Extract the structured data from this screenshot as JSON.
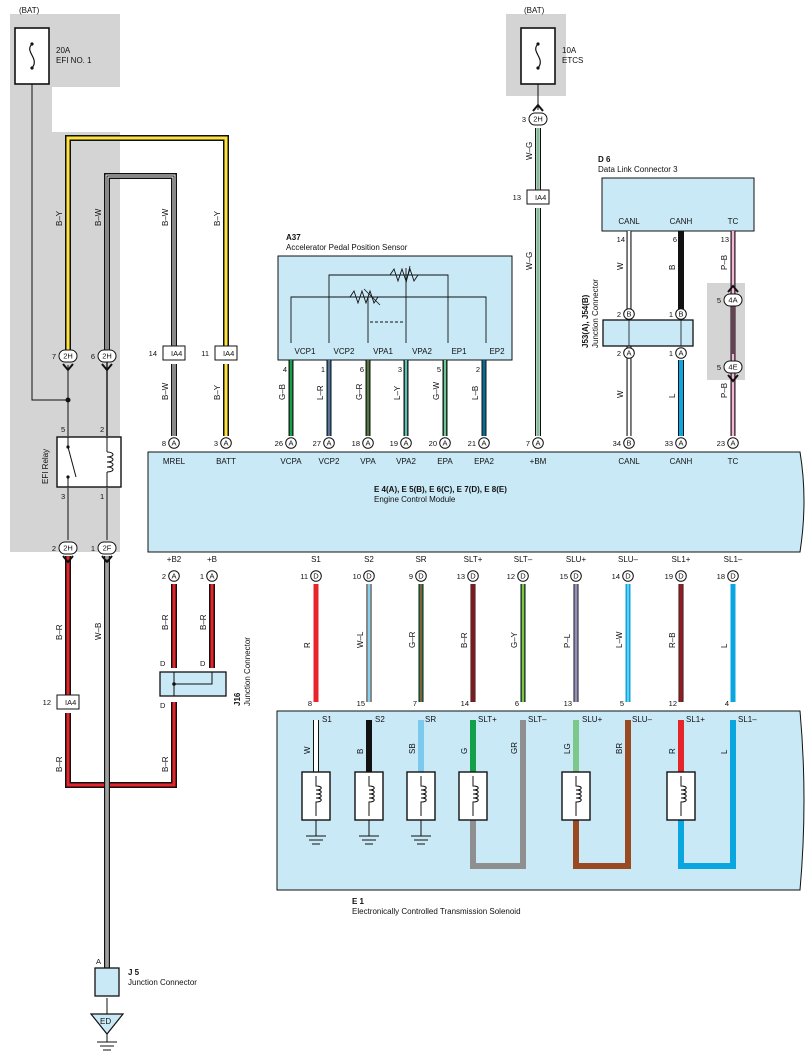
{
  "colors": {
    "gray_bg": "#d4d4d4",
    "box_fill": "#c9e9f7",
    "wire_black": "#111111",
    "wire_yellow": "#ffe23b",
    "wire_red": "#e8242b",
    "wire_green": "#14a04a",
    "wire_blue": "#0aa6e0",
    "wire_lightblue": "#7cc9ee",
    "wire_gray": "#8f8f8f",
    "wire_brown": "#9a4a23",
    "wire_pink": "#e88ab8",
    "wire_lightgreen": "#7cc88a"
  },
  "fuses": [
    {
      "source": "(BAT)",
      "rating": "20A",
      "name": "EFI NO. 1"
    },
    {
      "source": "(BAT)",
      "rating": "10A",
      "name": "ETCS"
    }
  ],
  "connector_IA4": "IA4",
  "relay": {
    "name": "EFI Relay",
    "pins": [
      "5",
      "2",
      "3",
      "1"
    ]
  },
  "wire_codes": {
    "BY": "B–Y",
    "BW": "B–W",
    "BR": "B–R",
    "WB": "W–B",
    "WG": "W–G",
    "GB": "G–B",
    "LR": "L–R",
    "GR": "G–R",
    "LY": "L–Y",
    "GW": "G–W",
    "LB": "L–B",
    "W": "W",
    "B": "B",
    "L": "L",
    "PB": "P–B",
    "R": "R",
    "WL": "W–L",
    "GY": "G–Y",
    "PL": "P–L",
    "LW": "L–W",
    "RB": "R–B",
    "SB": "SB",
    "G": "G",
    "GRAY": "GR",
    "LG": "LG",
    "BRN": "BR"
  },
  "terminal_letters": {
    "A": "A",
    "D": "D"
  },
  "connector_labels": {
    "h2": "2H",
    "f2": "2F",
    "e4": "4E",
    "a4": "4A",
    "b": "B",
    "a": "A",
    "d": "D"
  },
  "pin_numbers": {
    "p3": "3",
    "p13": "13",
    "p7": "7",
    "p6": "6",
    "p14": "14",
    "p11": "11",
    "p12": "12",
    "p2": "2",
    "p1": "1",
    "p5": "5",
    "p8": "8",
    "p26": "26",
    "p27": "27",
    "p18": "18",
    "p19": "19",
    "p20": "20",
    "p21": "21",
    "p34": "34",
    "p33": "33",
    "p23": "23",
    "p10": "10",
    "p9": "9",
    "p15": "15",
    "p4": "4",
    "p4_sensor": "4",
    "p1_sensor": "1",
    "p6_sensor": "6",
    "p3_sensor": "3",
    "p5_sensor": "5",
    "p2_sensor": "2",
    "p14_dlc": "14",
    "p6_dlc": "6",
    "p13_dlc": "13"
  },
  "apps": {
    "id": "A37",
    "name": "Accelerator Pedal Position Sensor",
    "terminals": [
      "VCP1",
      "VCP2",
      "VPA1",
      "VPA2",
      "EP1",
      "EP2"
    ]
  },
  "dlc": {
    "id": "D 6",
    "name": "Data Link Connector 3",
    "terminals": [
      "CANL",
      "CANH",
      "TC"
    ]
  },
  "jc53": {
    "id": "J53(A), J54(B)",
    "name": "Junction Connector"
  },
  "ecm": {
    "ids": "E 4(A), E 5(B), E 6(C), E 7(D), E 8(E)",
    "name": "Engine Control Module",
    "top_terminals": [
      "MREL",
      "BATT",
      "VCPA",
      "VCP2",
      "VPA",
      "VPA2",
      "EPA",
      "EPA2",
      "+BM",
      "CANL",
      "CANH",
      "TC"
    ],
    "bottom_terminals": [
      "+B2",
      "+B",
      "S1",
      "S2",
      "SR",
      "SLT+",
      "SLT–",
      "SLU+",
      "SLU–",
      "SL1+",
      "SL1–"
    ]
  },
  "j16": {
    "id": "J16",
    "name": "Junction Connector"
  },
  "solenoid": {
    "id": "E 1",
    "name": "Electronically Controlled Transmission Solenoid",
    "terminals": [
      "S1",
      "S2",
      "SR",
      "SLT+",
      "SLT–",
      "SLU+",
      "SLU–",
      "SL1+",
      "SL1–"
    ]
  },
  "j5": {
    "id": "J 5",
    "name": "Junction Connector",
    "pin": "A"
  },
  "ground": "ED"
}
